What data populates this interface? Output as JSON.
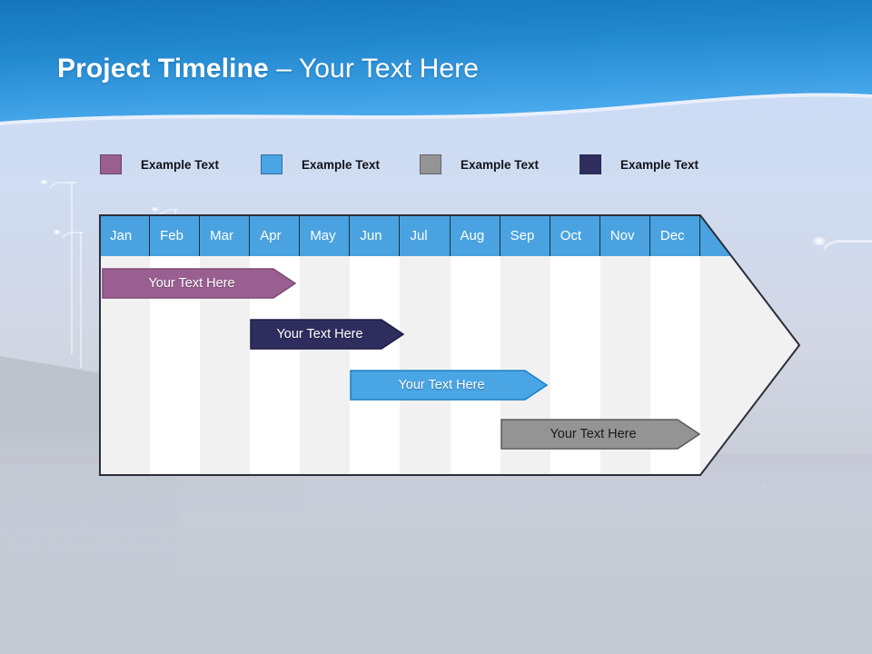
{
  "slide": {
    "title_bold": "Project Timeline",
    "title_rest": " – Your Text Here"
  },
  "colors": {
    "header_band_top": "#1b7fc4",
    "header_band_bottom": "#3ea3e8",
    "body_background": "#ccd8ee",
    "month_header": "#4aa3e0",
    "grid_line": "#14324a",
    "column_odd": "#f1f1f1",
    "column_even": "#ffffff",
    "bar_purple": "#9a5f91",
    "bar_navy": "#2e2d5e",
    "bar_blue": "#49a5e4",
    "bar_gray": "#949494"
  },
  "legend": {
    "items": [
      {
        "label": "Example Text",
        "color": "#9a5f91",
        "icon": "legend-swatch-icon"
      },
      {
        "label": "Example Text",
        "color": "#49a5e4",
        "icon": "legend-swatch-icon"
      },
      {
        "label": "Example Text",
        "color": "#949494",
        "icon": "legend-swatch-icon"
      },
      {
        "label": "Example Text",
        "color": "#2e2d5e",
        "icon": "legend-swatch-icon"
      }
    ]
  },
  "chart_data": {
    "type": "bar",
    "title": "Project Timeline – Your Text Here",
    "xlabel": "",
    "ylabel": "",
    "categories": [
      "Jan",
      "Feb",
      "Mar",
      "Apr",
      "May",
      "Jun",
      "Jul",
      "Aug",
      "Sep",
      "Oct",
      "Nov",
      "Dec"
    ],
    "legend_position": "top",
    "grid": true,
    "series": [
      {
        "name": "Example Text",
        "label": "Your  Text Here",
        "color": "#9a5f91",
        "start_month": "Jan",
        "end_month": "Apr",
        "start_index": 0,
        "end_index": 3.8,
        "row": 1
      },
      {
        "name": "Example Text",
        "label": "Your  Text Here",
        "color": "#2e2d5e",
        "start_month": "Apr",
        "end_month": "Jun",
        "start_index": 3.0,
        "end_index": 6.0,
        "row": 2
      },
      {
        "name": "Example Text",
        "label": "Your  Text Here",
        "color": "#49a5e4",
        "start_month": "Jun",
        "end_month": "Sep",
        "start_index": 5.0,
        "end_index": 8.9,
        "row": 3
      },
      {
        "name": "Example Text",
        "label": "Your  Text Here",
        "color": "#949494",
        "start_month": "Sep",
        "end_month": "Dec",
        "start_index": 8.0,
        "end_index": 11.9,
        "row": 4
      }
    ]
  },
  "months": [
    {
      "label": "Jan"
    },
    {
      "label": "Feb"
    },
    {
      "label": "Mar"
    },
    {
      "label": "Apr"
    },
    {
      "label": "May"
    },
    {
      "label": "Jun"
    },
    {
      "label": "Jul"
    },
    {
      "label": "Aug"
    },
    {
      "label": "Sep"
    },
    {
      "label": "Oct"
    },
    {
      "label": "Nov"
    },
    {
      "label": "Dec"
    }
  ],
  "bars": [
    {
      "label": "Your  Text Here",
      "color": "#9a5f91",
      "stroke": "#7d4a74"
    },
    {
      "label": "Your  Text Here",
      "color": "#2e2d5e",
      "stroke": "#1e1d42"
    },
    {
      "label": "Your  Text Here",
      "color": "#49a5e4",
      "stroke": "#1b7fc4"
    },
    {
      "label": "Your  Text Here",
      "color": "#949494",
      "stroke": "#5a5a5a"
    }
  ]
}
